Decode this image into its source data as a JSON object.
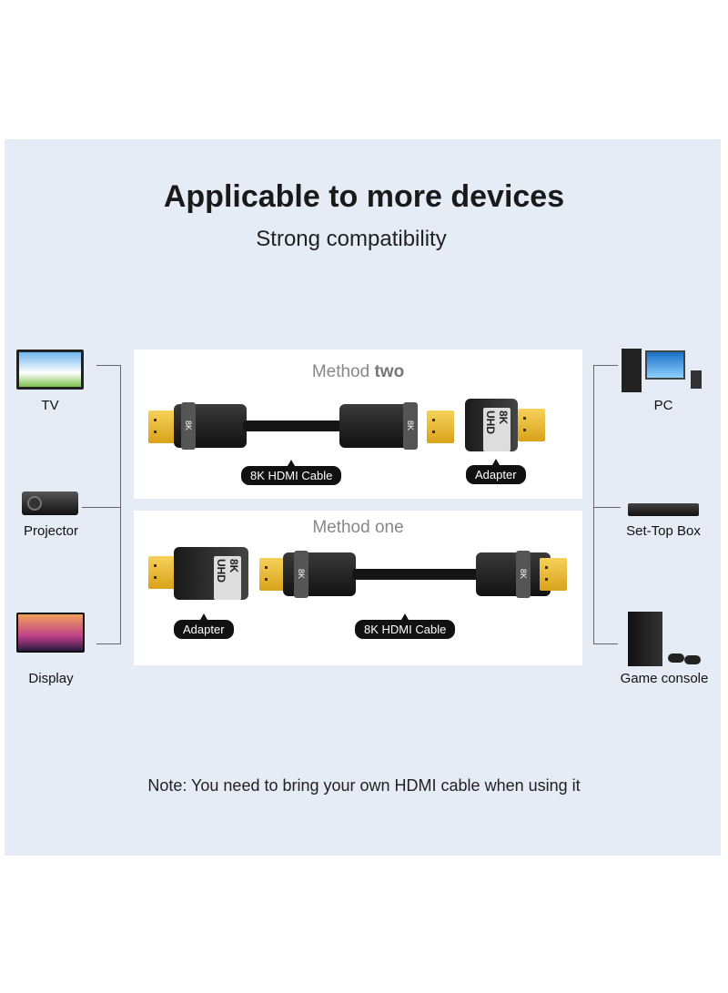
{
  "header": {
    "title": "Applicable to more devices",
    "subtitle": "Strong compatibility"
  },
  "method_two": {
    "label_prefix": "Method ",
    "label_emphasis": "two",
    "cable_tag": "8K HDMI Cable",
    "adapter_tag": "Adapter",
    "band_text": "8K",
    "adapter_badge": "8K UHD"
  },
  "method_one": {
    "label": "Method one",
    "cable_tag": "8K HDMI Cable",
    "adapter_tag": "Adapter",
    "band_text": "8K",
    "adapter_badge": "8K UHD"
  },
  "left_devices": [
    {
      "label": "TV",
      "icon": "tv-icon"
    },
    {
      "label": "Projector",
      "icon": "projector-icon"
    },
    {
      "label": "Display",
      "icon": "monitor-icon"
    }
  ],
  "right_devices": [
    {
      "label": "PC",
      "icon": "desktop-pc-icon"
    },
    {
      "label": "Set-Top Box",
      "icon": "set-top-box-icon"
    },
    {
      "label": "Game console",
      "icon": "game-console-icon"
    }
  ],
  "note": "Note: You need to bring your own HDMI cable when using it"
}
